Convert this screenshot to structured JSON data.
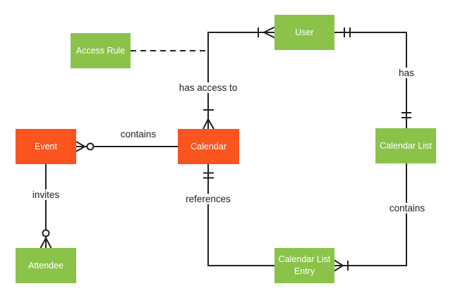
{
  "colors": {
    "entity_orange": "#fa551f",
    "entity_green": "#8bc34a",
    "entity_text": "#ffffff",
    "line": "#212121",
    "background": "#ffffff"
  },
  "entities": {
    "event": {
      "label": "Event",
      "color_key": "entity_orange"
    },
    "calendar": {
      "label": "Calendar",
      "color_key": "entity_orange"
    },
    "access_rule": {
      "label": "Access Rule",
      "color_key": "entity_green"
    },
    "user": {
      "label": "User",
      "color_key": "entity_green"
    },
    "calendar_list": {
      "label": "Calendar List",
      "color_key": "entity_green"
    },
    "calendar_list_entry": {
      "label": "Calendar List Entry",
      "color_key": "entity_green"
    },
    "attendee": {
      "label": "Attendee",
      "color_key": "entity_green"
    }
  },
  "relationships": {
    "event_contains_calendar": {
      "label": "contains",
      "from": "Event",
      "to": "Calendar",
      "from_notation": "zero-or-many",
      "to_notation": "none",
      "line_style": "solid"
    },
    "calendar_has_access_to_user": {
      "label": "has access to",
      "from": "Calendar",
      "to": "User",
      "from_notation": "one-or-many",
      "to_notation": "one-or-many",
      "line_style": "solid"
    },
    "access_rule_annotation": {
      "label": "",
      "from": "Access Rule",
      "to": "has access to line",
      "from_notation": "none",
      "to_notation": "none",
      "line_style": "dashed"
    },
    "user_has_calendar_list": {
      "label": "has",
      "from": "User",
      "to": "Calendar List",
      "from_notation": "one-and-only-one",
      "to_notation": "one-and-only-one",
      "line_style": "solid"
    },
    "calendar_list_contains_entry": {
      "label": "contains",
      "from": "Calendar List",
      "to": "Calendar List Entry",
      "from_notation": "none",
      "to_notation": "one-or-many",
      "line_style": "solid"
    },
    "calendar_references_entry": {
      "label": "references",
      "from": "Calendar",
      "to": "Calendar List Entry",
      "from_notation": "one-and-only-one",
      "to_notation": "none",
      "line_style": "solid"
    },
    "event_invites_attendee": {
      "label": "invites",
      "from": "Event",
      "to": "Attendee",
      "from_notation": "none",
      "to_notation": "zero-or-many",
      "line_style": "solid"
    }
  }
}
